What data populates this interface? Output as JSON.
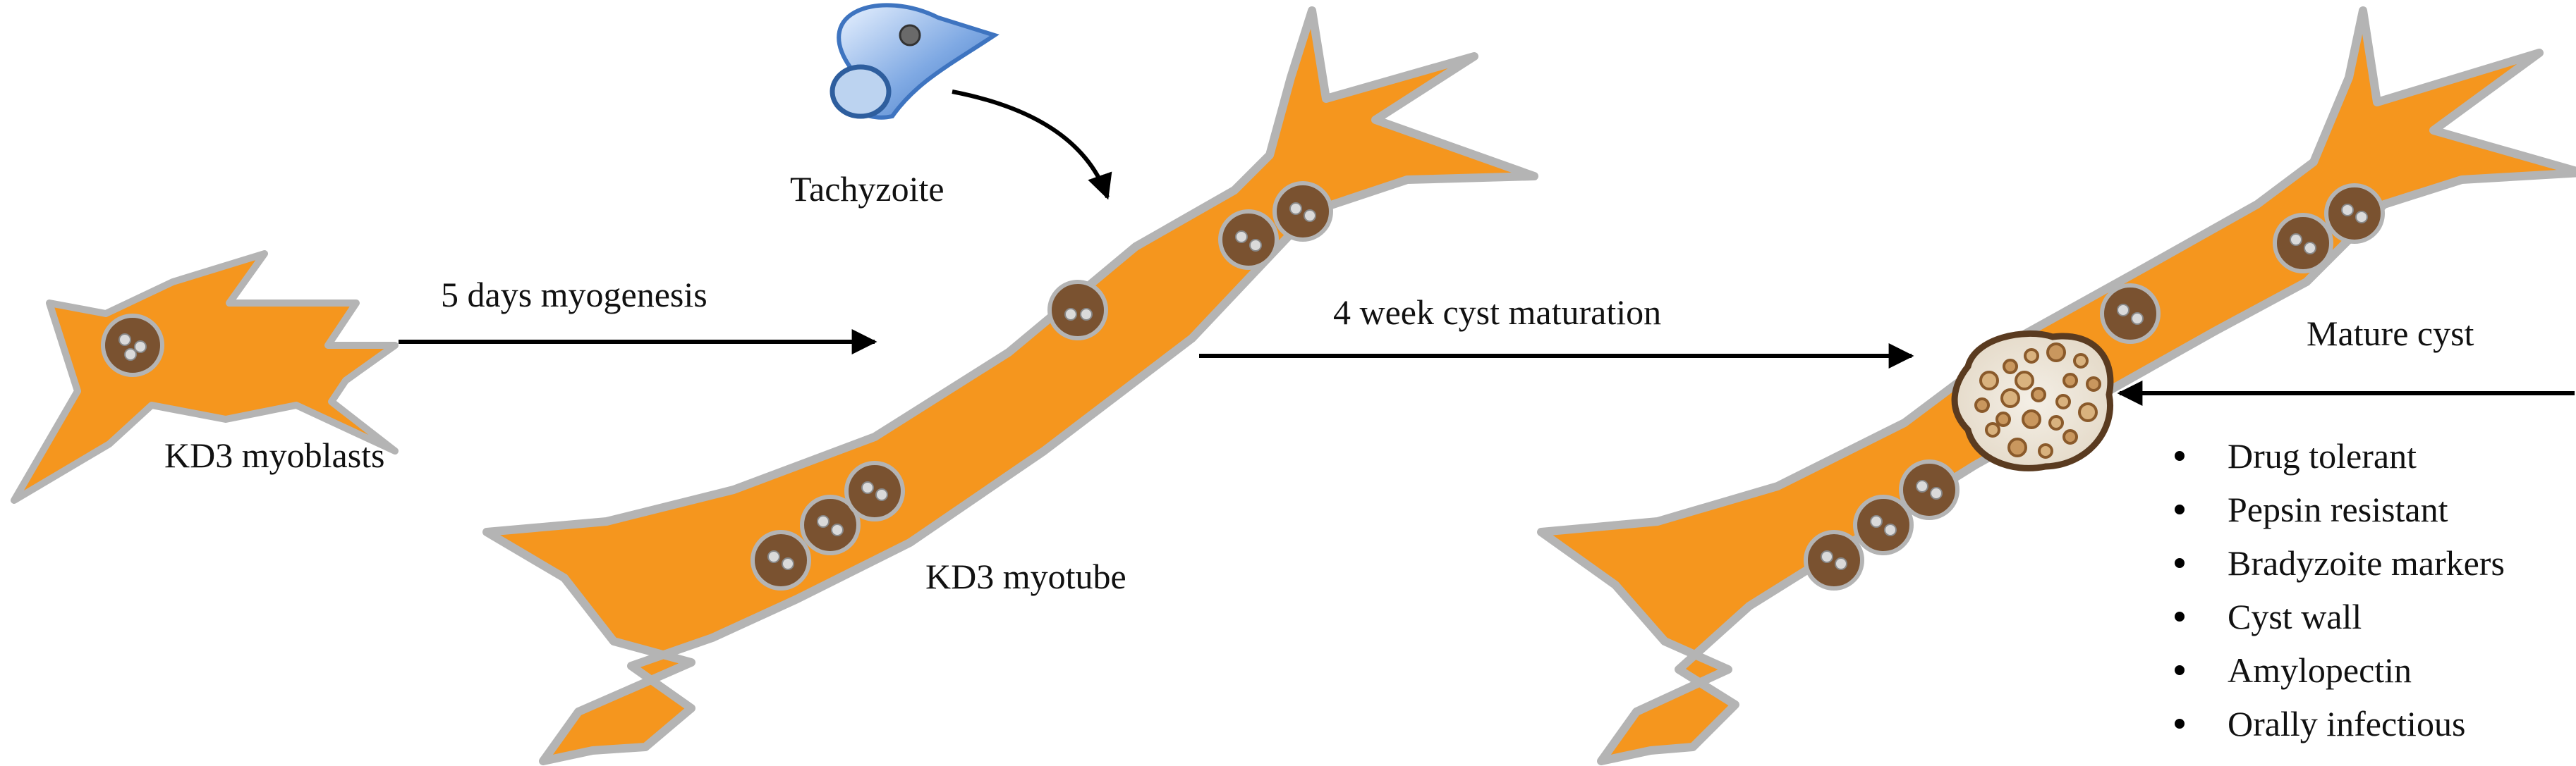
{
  "colors": {
    "cell_fill": "#F5961E",
    "cell_outline": "#B4B4B4",
    "nucleus_fill": "#7A5230",
    "arrow": "#000000",
    "parasite_blue": "#5B8ED0"
  },
  "icons": {
    "tachyzoite": "tachyzoite-parasite-icon",
    "cyst": "tissue-cyst-icon"
  },
  "labels": {
    "tachyzoite": "Tachyzoite",
    "step1": "5 days myogenesis",
    "myoblasts": "KD3 myoblasts",
    "myotube": "KD3 myotube",
    "step2": "4 week cyst maturation",
    "mature_cyst": "Mature cyst"
  },
  "cyst_properties": [
    "Drug tolerant",
    "Pepsin resistant",
    "Bradyzoite markers",
    "Cyst wall",
    "Amylopectin",
    "Orally infectious"
  ]
}
